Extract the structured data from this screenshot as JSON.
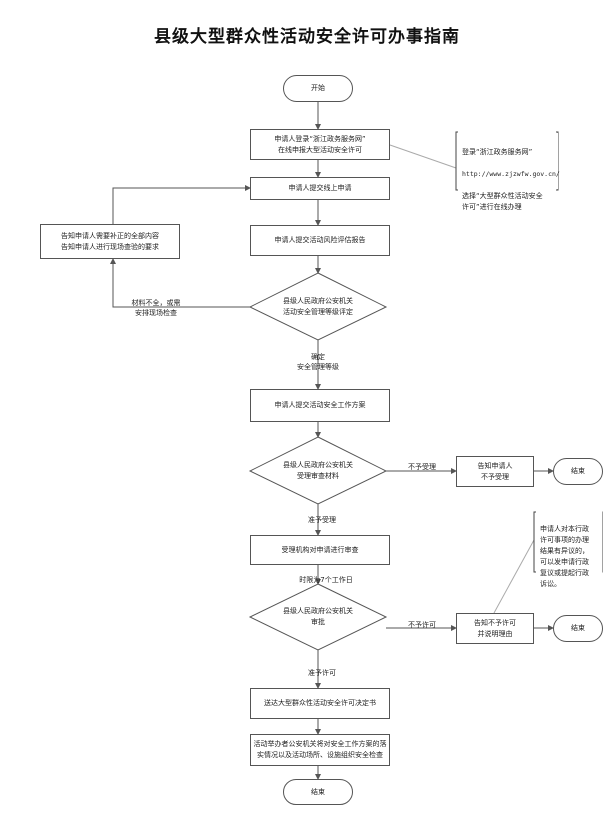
{
  "title": "县级大型群众性活动安全许可办事指南",
  "nodes": {
    "start": "开始",
    "login": "申请人登录“浙江政务服务网”\n在线申报大型活动安全许可",
    "submit_online": "申请人提交线上申请",
    "submit_risk": "申请人提交活动风险评估报告",
    "assess_level": "县级人民政府公安机关\n活动安全管理等级评定",
    "submit_plan": "申请人提交活动安全工作方案",
    "accept_review": "县级人民政府公安机关\n受理审查材料",
    "notify_reject_accept": "告知申请人\n不予受理",
    "end1": "结束",
    "agency_review": "受理机构对申请进行审查",
    "approve": "县级人民政府公安机关\n审批",
    "notify_deny": "告知不予许可\n并说明理由",
    "end2": "结束",
    "deliver": "送达大型群众性活动安全许可决定书",
    "inspect": "活动举办者公安机关将对安全工作方案的落\n实情况以及活动场所、设施组织安全检查",
    "end3": "结束",
    "supplement": "告知申请人需要补正的全部内容\n告知申请人进行现场查验的要求"
  },
  "notes": {
    "login_line1": "登录“浙江政务服务网”",
    "login_url": "http://www.zjzwfw.gov.cn/",
    "login_line2": "选择“大型群众性活动安全\n许可”进行在线办理",
    "appeal": "申请人对本行政\n许可事项的办理\n结果有异议的，\n可以发申请行政\n复议或提起行政\n诉讼。"
  },
  "labels": {
    "incomplete": "材料不全，或需\n安排现场检查",
    "determine": "确定\n安全管理等级",
    "reject_accept": "不予受理",
    "accepted": "准予受理",
    "time_limit": "时限为7个工作日",
    "deny": "不予许可",
    "permit": "准予许可"
  }
}
